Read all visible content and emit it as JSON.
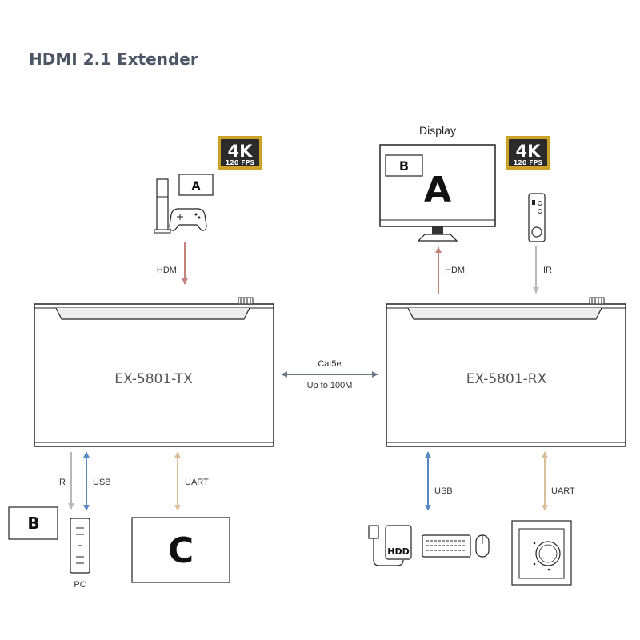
{
  "title": "HDMI 2.1 Extender",
  "colors": {
    "hdmi": "#c2847c",
    "ir": "#b9b9b9",
    "usb": "#5a8ac4",
    "uart": "#d9c09a",
    "cat": "#6b7785",
    "badge_bg": "#c9a227",
    "badge_inner": "#2b2b2b"
  },
  "devices": {
    "tx": {
      "label": "EX-5801-TX"
    },
    "rx": {
      "label": "EX-5801-RX"
    }
  },
  "link": {
    "label_top": "Cat5e",
    "label_bottom": "Up to 100M"
  },
  "badges": [
    {
      "big": "4K",
      "small": "120 FPS"
    },
    {
      "big": "4K",
      "small": "120 FPS"
    }
  ],
  "display": {
    "label": "Display",
    "letter_main": "A",
    "letter_pip": "B"
  },
  "source": {
    "letter": "A"
  },
  "connections": {
    "tx_hdmi": "HDMI",
    "rx_hdmi": "HDMI",
    "rx_ir": "IR",
    "tx_ir": "IR",
    "tx_usb": "USB",
    "tx_uart": "UART",
    "rx_usb": "USB",
    "rx_uart": "UART"
  },
  "pc": {
    "label": "PC"
  },
  "b_box": {
    "letter": "B"
  },
  "c_box": {
    "letter": "C"
  },
  "hdd": {
    "label": "HDD"
  }
}
